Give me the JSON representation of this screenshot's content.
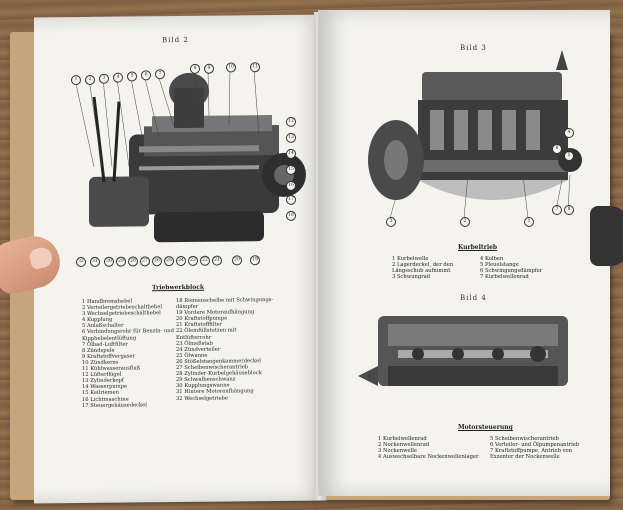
{
  "left_page": {
    "figure_title": "Bild 2",
    "caption": "Triebwerkblock",
    "callout_numbers": [
      "1",
      "2",
      "3",
      "4",
      "5",
      "6",
      "7",
      "8",
      "9",
      "10",
      "11",
      "12",
      "13",
      "14",
      "15",
      "16",
      "17",
      "18",
      "19",
      "20",
      "21",
      "22",
      "23",
      "24",
      "25",
      "26",
      "27",
      "28",
      "29",
      "30",
      "31",
      "32"
    ],
    "legend_col1": [
      "1 Handbremshebel",
      "2 Verteilergetriebeschalthebel",
      "3 Wechselgetriebeschalthebel",
      "4 Kupplung",
      "5 Anlaßschalter",
      "6 Verbindungsrohr für Benzin- und",
      "   Kipphebelentlüftung",
      "7 Ölbad-Luftfilter",
      "8 Zündspule",
      "9 Kraftstoffvergaser",
      "10 Zündkerze",
      "11 Kühlwasserausfluß",
      "12 Lüfterflügel",
      "13 Zylinderkopf",
      "14 Wasserpumpe",
      "15 Keilriemen",
      "16 Lichtmaschine",
      "17 Steuergehäusedeckel"
    ],
    "legend_col2": [
      "18 Riemenscheibe mit Schwingungs-",
      "   dämpfer",
      "19 Vordere Motoraufhängung",
      "20 Kraftstoffpumpe",
      "21 Kraftstofffilter",
      "22 Öleinfüllstutzen mit",
      "   Entlüfterrohr",
      "23 Ölmeßstab",
      "24 Zündverteiler",
      "25 Ölwanne",
      "26 Stößelstangenkammerdeckel",
      "27 Scheibenwischerantrieb",
      "28 Zylinder-Kurbelgehäuseblock",
      "29 Schwalbenschwanz",
      "30 Kupplungswanne",
      "31 Hintere Motoraufhängung",
      "32 Wechselgetriebe"
    ]
  },
  "right_page": {
    "figure_top_title": "Bild 3",
    "figure_top_caption": "Kurbeltrieb",
    "top_callouts": [
      "1",
      "2",
      "3",
      "4",
      "5",
      "6",
      "7",
      "8"
    ],
    "legend_top_col1": [
      "1 Kurbelwelle",
      "2 Lagerdeckel, der den",
      "   Längsschub aufnimmt",
      "3 Schwungrad"
    ],
    "legend_top_col2": [
      "4 Kolben",
      "5 Pleuelstange",
      "6 Schwingungsdämpfer",
      "7 Kurbelwellenrad"
    ],
    "figure_bottom_title": "Bild 4",
    "figure_bottom_caption": "Motorsteuerung",
    "legend_bottom_col1": [
      "1 Kurbelwellenrad",
      "2 Nockenwellenrad",
      "3 Nockenwelle",
      "4 Auswechselbare Nockenwellenlager"
    ],
    "legend_bottom_col2": [
      "5 Scheibenwischerantrieb",
      "6 Verteiler- und Ölpumpenantrieb",
      "7 Kraftstoffpumpe, Antrieb von",
      "   Exzenter der Nockenwelle"
    ]
  }
}
